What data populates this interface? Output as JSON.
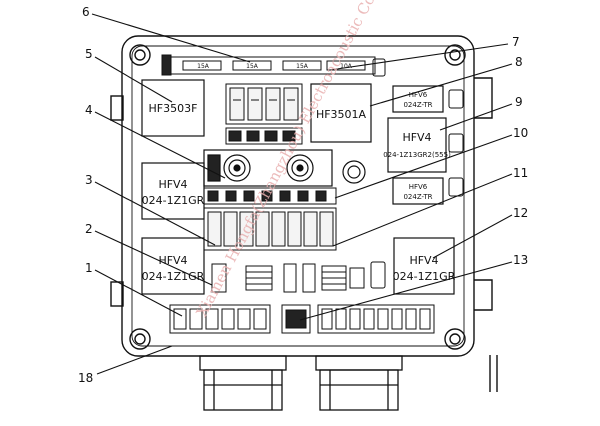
{
  "callouts": [
    "6",
    "5",
    "4",
    "3",
    "2",
    "1",
    "7",
    "8",
    "9",
    "10",
    "11",
    "12",
    "13",
    "18"
  ],
  "relays": {
    "hf3503f": "HF3503F",
    "hf3501a": "HF3501A",
    "hfv6_top": [
      "HFV6",
      "024Z-TR"
    ],
    "hfv4_right": [
      "HFV4",
      "024-1Z13GR2(555)"
    ],
    "hfv6_mid": [
      "HFV6",
      "024Z-TR"
    ],
    "hfv4_left1": [
      "HFV4",
      "024-1Z1GR"
    ],
    "hfv4_left2": [
      "HFV4",
      "024-1Z1GR"
    ],
    "hfv4_right2": [
      "HFV4",
      "024-1Z1GR"
    ]
  },
  "fuse_labels": [
    "15A",
    "15A",
    "15A",
    "10A"
  ],
  "watermark": "Xiamen Hongfa(Zhangzhou) Electroacoustic Co., Ltd."
}
